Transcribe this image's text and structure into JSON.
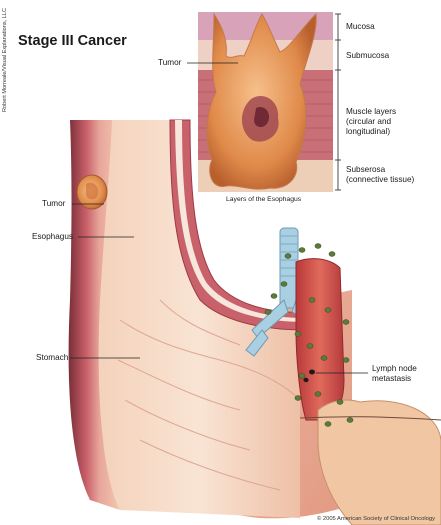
{
  "title": "Stage III Cancer",
  "credit_vertical": "Robert Morreale/Visual Explanations, LLC",
  "copyright": "© 2005 American Society of Clinical Oncology",
  "layers_panel": {
    "caption": "Layers of the Esophagus",
    "tumor_label": "Tumor",
    "layer_labels": {
      "mucosa": "Mucosa",
      "submucosa": "Submucosa",
      "muscle_line1": "Muscle layers",
      "muscle_line2": "(circular and",
      "muscle_line3": "longitudinal)",
      "subserosa_line1": "Subserosa",
      "subserosa_line2": "(connective tissue)"
    }
  },
  "main_labels": {
    "tumor": "Tumor",
    "esophagus": "Esophagus",
    "stomach": "Stomach",
    "lymph_line1": "Lymph node",
    "lymph_line2": "metastasis"
  },
  "colors": {
    "tissue_light": "#f2c9ad",
    "tissue_mid": "#e4a087",
    "muscle": "#c9616a",
    "muscle_dark": "#9e3a45",
    "tumor": "#e9b48a",
    "tumor_core": "#a24a52",
    "organ_red": "#cf4a45",
    "trachea": "#a9cfe2",
    "node_green": "#5d7a3a"
  }
}
